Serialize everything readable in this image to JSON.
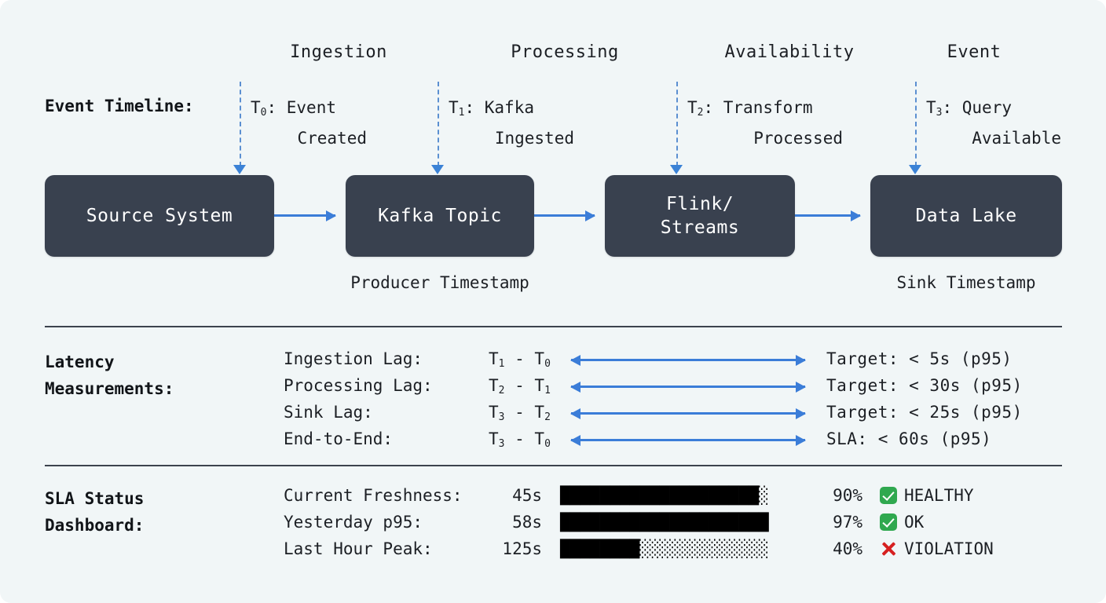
{
  "diagram": {
    "background_color": "#f1f6f7",
    "box_color": "#39414f",
    "accent_color": "#3b7dd8"
  },
  "stages": [
    {
      "label": "Ingestion"
    },
    {
      "label": "Processing"
    },
    {
      "label": "Availability"
    },
    {
      "label": "Event"
    }
  ],
  "timeline": {
    "label": "Event Timeline:",
    "markers": [
      {
        "tag": "T",
        "sub": "0",
        "line1": ": Event",
        "line2": "Created"
      },
      {
        "tag": "T",
        "sub": "1",
        "line1": ": Kafka",
        "line2": "Ingested"
      },
      {
        "tag": "T",
        "sub": "2",
        "line1": ": Transform",
        "line2": "Processed"
      },
      {
        "tag": "T",
        "sub": "3",
        "line1": ": Query",
        "line2": "Available"
      }
    ]
  },
  "pipeline": {
    "nodes": [
      {
        "line1": "Source System",
        "line2": ""
      },
      {
        "line1": "Kafka Topic",
        "line2": ""
      },
      {
        "line1": "Flink/",
        "line2": "Streams"
      },
      {
        "line1": "Data Lake",
        "line2": ""
      }
    ],
    "captions": [
      {
        "text": "Producer Timestamp"
      },
      {
        "text": "Sink Timestamp"
      }
    ]
  },
  "latency": {
    "label_line1": "Latency",
    "label_line2": "Measurements:",
    "rows": [
      {
        "name": "Ingestion Lag:",
        "a": "T",
        "asub": "1",
        "b": "T",
        "bsub": "0",
        "target": "Target: <  5s (p95)"
      },
      {
        "name": "Processing Lag:",
        "a": "T",
        "asub": "2",
        "b": "T",
        "bsub": "1",
        "target": "Target: < 30s (p95)"
      },
      {
        "name": "Sink Lag:",
        "a": "T",
        "asub": "3",
        "b": "T",
        "bsub": "2",
        "target": "Target: < 25s (p95)"
      },
      {
        "name": "End-to-End:",
        "a": "T",
        "asub": "3",
        "b": "T",
        "bsub": "0",
        "target": "SLA:    < 60s (p95)"
      }
    ],
    "minus": " - "
  },
  "sla": {
    "label_line1": "SLA Status",
    "label_line2": "Dashboard:",
    "rows": [
      {
        "name": "Current Freshness:",
        "value": "45s",
        "bar": "████████████████████░",
        "percent": "90%",
        "status": "HEALTHY",
        "status_icon": "check-badge-icon"
      },
      {
        "name": "Yesterday p95:",
        "value": "58s",
        "bar": "█████████████████████",
        "percent": "97%",
        "status": "OK",
        "status_icon": "check-badge-icon"
      },
      {
        "name": "Last Hour Peak:",
        "value": "125s",
        "bar": "████████░░░░░░░░░░░░░",
        "percent": "40%",
        "status": "VIOLATION",
        "status_icon": "cross-mark-icon"
      }
    ]
  }
}
